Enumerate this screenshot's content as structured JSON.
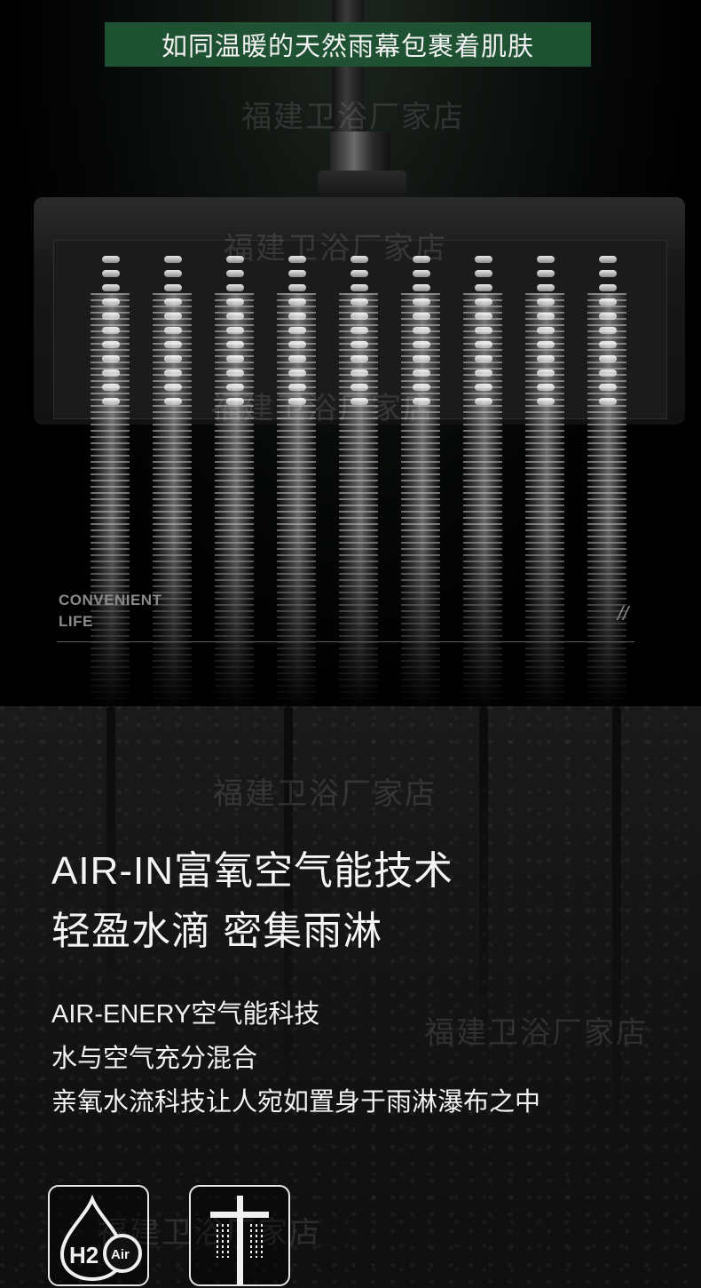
{
  "top": {
    "banner_text": "如同温暖的天然雨幕包裹着肌肤",
    "watermark": "福建卫浴厂家店",
    "convenient_line1": "CONVENIENT",
    "convenient_line2": "LIFE",
    "slashes": "//"
  },
  "feature": {
    "headline_line1": "AIR-IN富氧空气能技术",
    "headline_line2": "轻盈水滴 密集雨淋",
    "body_lines": [
      "AIR-ENERY空气能科技",
      "水与空气充分混合",
      "亲氧水流科技让人宛如置身于雨淋瀑布之中"
    ]
  },
  "icons": {
    "icon1_text_h2": "H2",
    "icon1_text_air": "Air",
    "icon1_name": "h2-air-drop-icon",
    "icon2_name": "shower-rain-icon"
  },
  "colors": {
    "banner_bg": "#1f5233",
    "text": "#f4f4f4",
    "muted": "#8a8a8a"
  }
}
